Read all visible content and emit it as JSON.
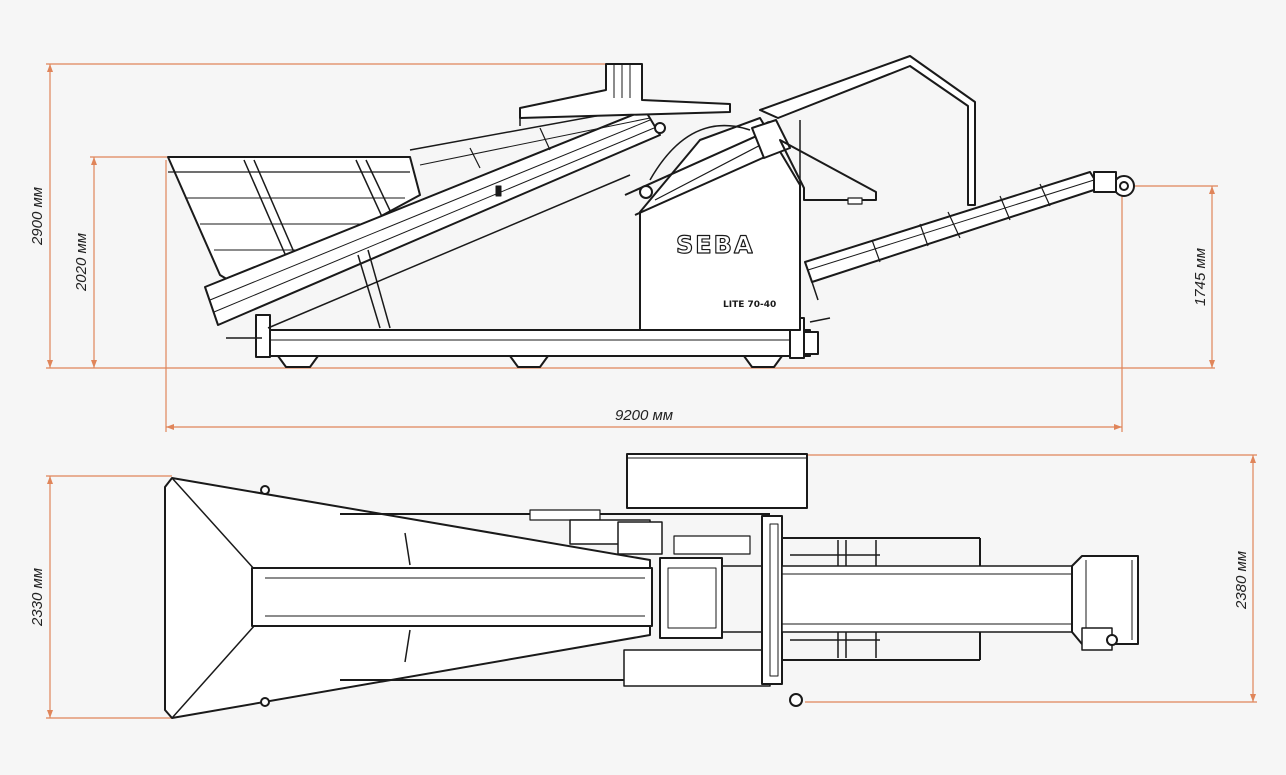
{
  "colors": {
    "background": "#f6f6f6",
    "dimension": "#e0855a",
    "outline": "#1a1a1a",
    "label": "#222222"
  },
  "brand": {
    "name": "SEBA",
    "model": "LITE 70-40"
  },
  "dimensions": {
    "overall_height": "2900 мм",
    "hopper_height": "2020 мм",
    "discharge_height": "1745 мм",
    "overall_length": "9200 мм",
    "hopper_width": "2330 мм",
    "overall_width": "2380 мм"
  }
}
